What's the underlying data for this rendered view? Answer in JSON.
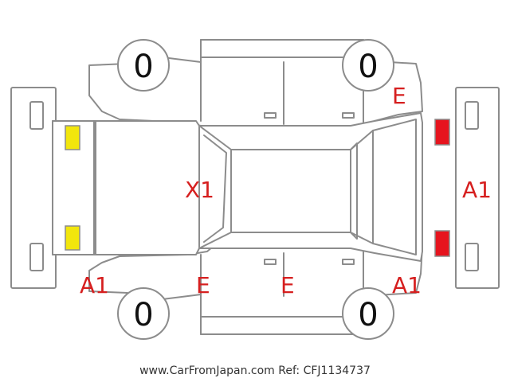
{
  "tires": {
    "front_left": "0",
    "front_right": "0",
    "rear_left": "0",
    "rear_right": "0"
  },
  "damage_marks": {
    "roof": "X1",
    "right_panel": "A1",
    "rear_left_corner": "A1",
    "rear_right_corner": "A1",
    "front_door_upper_corner": "E",
    "side_door_lower_front": "E",
    "side_door_lower_rear": "E"
  },
  "colors": {
    "outline": "#8c8c8c",
    "damage_text": "#d61f1f",
    "rear_lamp": "#f2e60c",
    "front_lamp": "#e6141e"
  },
  "footer": {
    "text": "www.CarFromJapan.com Ref: CFJ1134737"
  }
}
